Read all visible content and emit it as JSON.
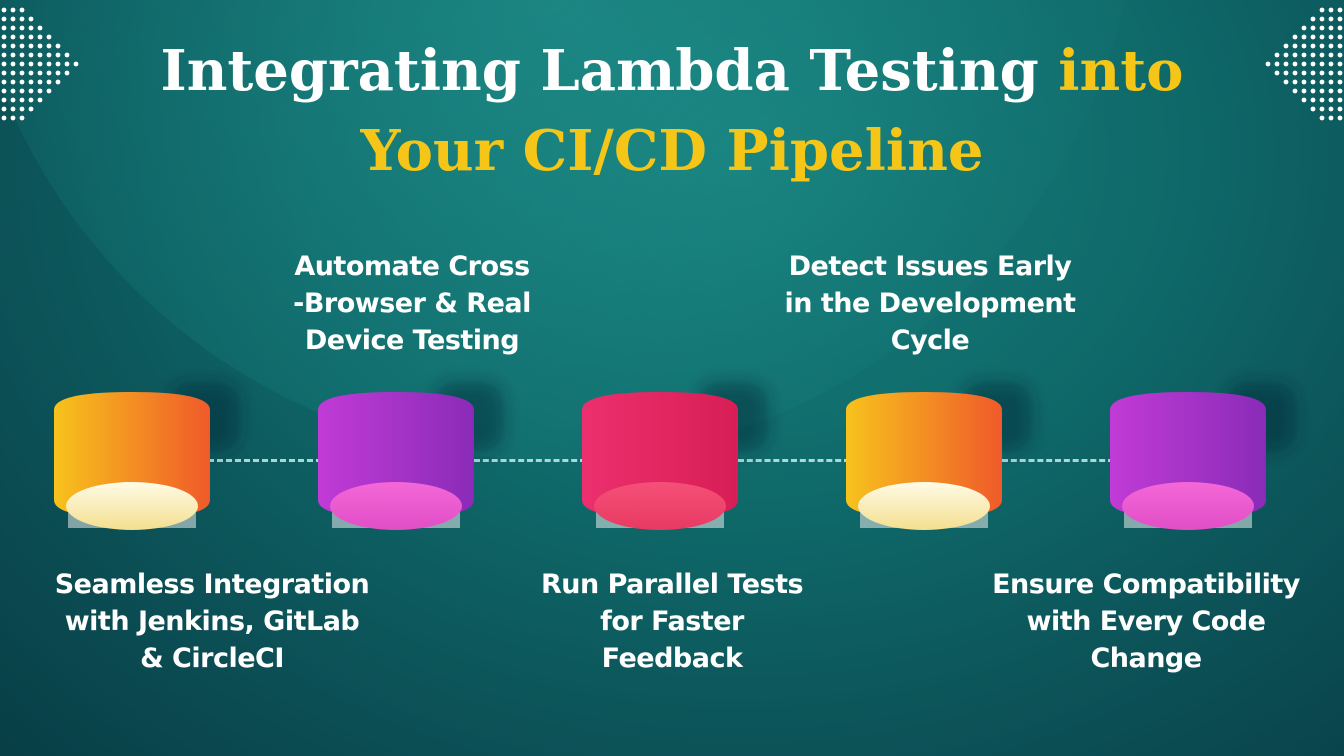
{
  "title": {
    "line1_white": "Integrating Lambda Testing",
    "line1_accent": "into",
    "line2_accent": "Your CI/CD Pipeline"
  },
  "steps": [
    {
      "id": 1,
      "position": "below",
      "lines": [
        "Seamless Integration",
        "with Jenkins, GitLab",
        "& CircleCI"
      ],
      "color": "orange"
    },
    {
      "id": 2,
      "position": "above",
      "lines": [
        "Automate Cross",
        "-Browser & Real",
        "Device Testing"
      ],
      "color": "purple"
    },
    {
      "id": 3,
      "position": "below",
      "lines": [
        "Run Parallel Tests",
        "for Faster",
        "Feedback"
      ],
      "color": "red"
    },
    {
      "id": 4,
      "position": "above",
      "lines": [
        "Detect Issues Early",
        "in the Development",
        "Cycle"
      ],
      "color": "orange"
    },
    {
      "id": 5,
      "position": "below",
      "lines": [
        "Ensure Compatibility",
        "with Every Code",
        "Change"
      ],
      "color": "purple"
    }
  ],
  "colors": {
    "background": "#0f6a6a",
    "title_white": "#ffffff",
    "title_accent": "#f5c518",
    "orange_top": "#f7c31c",
    "orange_side": "#f05a2a",
    "purple_top": "#c13bd6",
    "purple_side": "#8a2bb8",
    "red_top": "#ec2f6e",
    "red_side": "#d81e55"
  }
}
